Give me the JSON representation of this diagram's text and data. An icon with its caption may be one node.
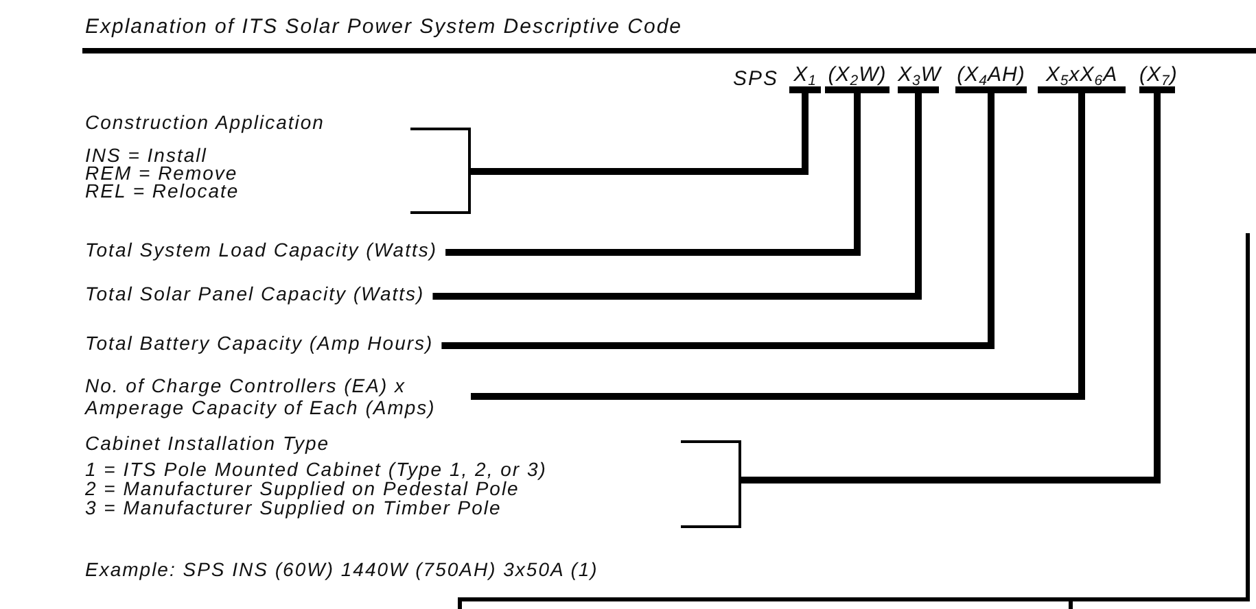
{
  "diagram": {
    "title": "Explanation of ITS Solar Power System Descriptive Code",
    "nodes": [
      {
        "text": [
          "X$_{1}$"
        ]
      },
      {
        "text": [
          "(X$_{2}$W)"
        ]
      },
      {
        "text": [
          "X$_{3}$W"
        ]
      },
      {
        "text": [
          "(X$_{4}$AH)"
        ]
      },
      {
        "text": [
          "X$_{5}$xX$_{6}$A"
        ]
      },
      {
        "text": [
          "(X$_{7}$)"
        ]
      },
      {
        "text": [
          "Construction Application",
          "INS = Install",
          "REM = Remove",
          "REL = Relocate"
        ]
      },
      {
        "text": [
          "Total System Load Capacity (Watts)"
        ]
      },
      {
        "text": [
          "Total Solar Panel Capacity (Watts)"
        ]
      },
      {
        "text": [
          "Total Battery Capacity (Amp Hours)"
        ]
      },
      {
        "text": [
          "No. of Charge Controllers (EA) x Amperage Capacity of Each (Amps)"
        ]
      },
      {
        "text": [
          "Cabinet Installation Type",
          "1 = ITS Pole Mounted Cabinet (Type 1, 2, or 3)",
          "2 = Manufacturer Supplied on Pedestal Pole",
          "3 = Manufacturer Supplied on Timber Pole"
        ]
      }
    ],
    "edges": [
      {
        "from": 6,
        "to": 0,
        "arrow": "none"
      },
      {
        "from": 7,
        "to": 1,
        "arrow": "none"
      },
      {
        "from": 8,
        "to": 2,
        "arrow": "none"
      },
      {
        "from": 9,
        "to": 3,
        "arrow": "none"
      },
      {
        "from": 10,
        "to": 4,
        "arrow": "none"
      },
      {
        "from": 11,
        "to": 5,
        "arrow": "none"
      }
    ],
    "labels": [
      "SPS",
      "Example: SPS INS (60W) 1440W (750AH) 3x50A (1)"
    ]
  }
}
